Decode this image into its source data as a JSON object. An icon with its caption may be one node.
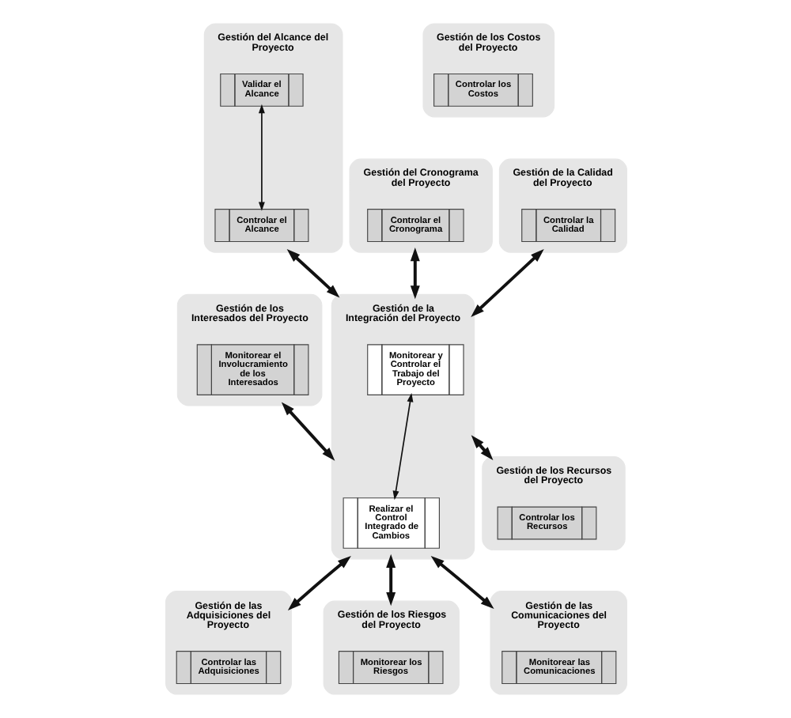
{
  "diagram": {
    "nodes": [
      {
        "text": [
          "Gestión del Alcance del Proyecto"
        ]
      },
      {
        "text": [
          "Validar el Alcance"
        ],
        "in": 0
      },
      {
        "text": [
          "Controlar el Alcance"
        ],
        "in": 0
      },
      {
        "text": [
          "Gestión del Cronograma del Proyecto"
        ]
      },
      {
        "text": [
          "Controlar el Cronograma"
        ],
        "in": 3
      },
      {
        "text": [
          "Gestión de los Costos del Proyecto"
        ]
      },
      {
        "text": [
          "Controlar los Costos"
        ],
        "in": 5
      },
      {
        "text": [
          "Gestión de la Calidad del Proyecto"
        ]
      },
      {
        "text": [
          "Controlar la Calidad"
        ],
        "in": 7
      },
      {
        "text": [
          "Gestión de la Integración del Proyecto"
        ]
      },
      {
        "text": [
          "Monitorear y Controlar el Trabajo del Proyecto"
        ],
        "in": 9
      },
      {
        "text": [
          "Realizar el Control Integrado de Cambios"
        ],
        "in": 9
      },
      {
        "text": [
          "Gestión de los Interesados del Proyecto"
        ]
      },
      {
        "text": [
          "Monitorear el Involucramiento de los Interesados"
        ],
        "in": 12
      },
      {
        "text": [
          "Gestión de los Recursos del Proyecto"
        ]
      },
      {
        "text": [
          "Controlar los Recursos"
        ],
        "in": 14
      },
      {
        "text": [
          "Gestión de las Adquisiciones del Proyecto"
        ]
      },
      {
        "text": [
          "Controlar las Adquisiciones"
        ],
        "in": 16
      },
      {
        "text": [
          "Gestión de las Comunicaciones del Proyecto"
        ]
      },
      {
        "text": [
          "Monitorear las Comunicaciones"
        ],
        "in": 18
      },
      {
        "text": [
          "Gestión de los Riesgos del Proyecto"
        ]
      },
      {
        "text": [
          "Monitorear los Riesgos"
        ],
        "in": 20
      }
    ],
    "edges": [
      {
        "from": 1,
        "to": 2,
        "arrow": "both"
      },
      {
        "from": 10,
        "to": 11,
        "arrow": "both"
      },
      {
        "from": 0,
        "to": 9,
        "arrow": "both"
      },
      {
        "from": 3,
        "to": 9,
        "arrow": "both"
      },
      {
        "from": 7,
        "to": 9,
        "arrow": "both"
      },
      {
        "from": 12,
        "to": 9,
        "arrow": "both"
      },
      {
        "from": 9,
        "to": 14,
        "arrow": "both"
      },
      {
        "from": 9,
        "to": 16,
        "arrow": "both"
      },
      {
        "from": 9,
        "to": 20,
        "arrow": "both"
      },
      {
        "from": 9,
        "to": 18,
        "arrow": "both"
      }
    ]
  }
}
